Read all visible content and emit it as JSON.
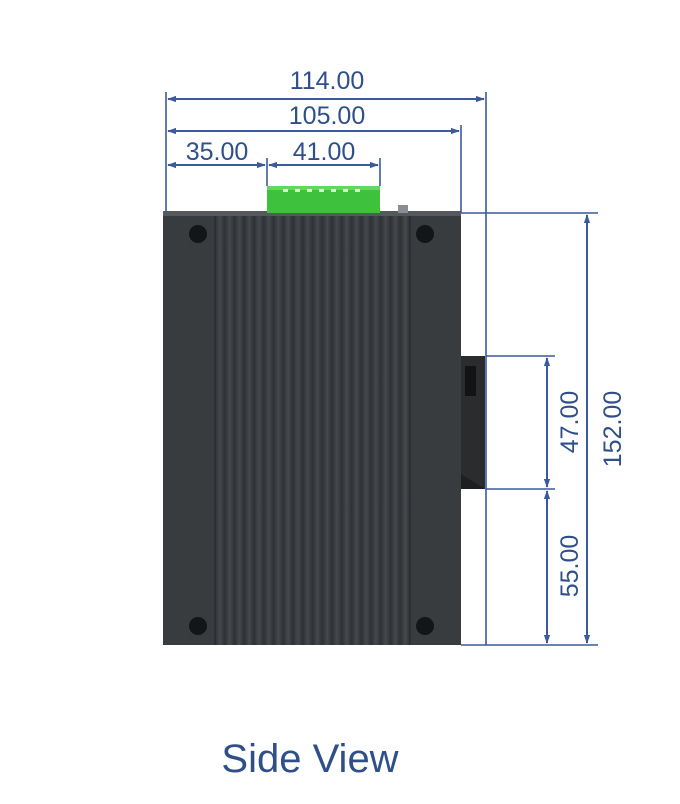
{
  "dimensions": {
    "overall_width": "114.00",
    "body_width": "105.00",
    "connector_offset": "35.00",
    "connector_width": "41.00",
    "overall_height": "152.00",
    "clip_height": "47.00",
    "clip_offset": "55.00"
  },
  "caption": "Side View",
  "colors": {
    "dimension": "#3a5a9c",
    "housing": "#3a3d40",
    "connector": "#3ec23e"
  }
}
